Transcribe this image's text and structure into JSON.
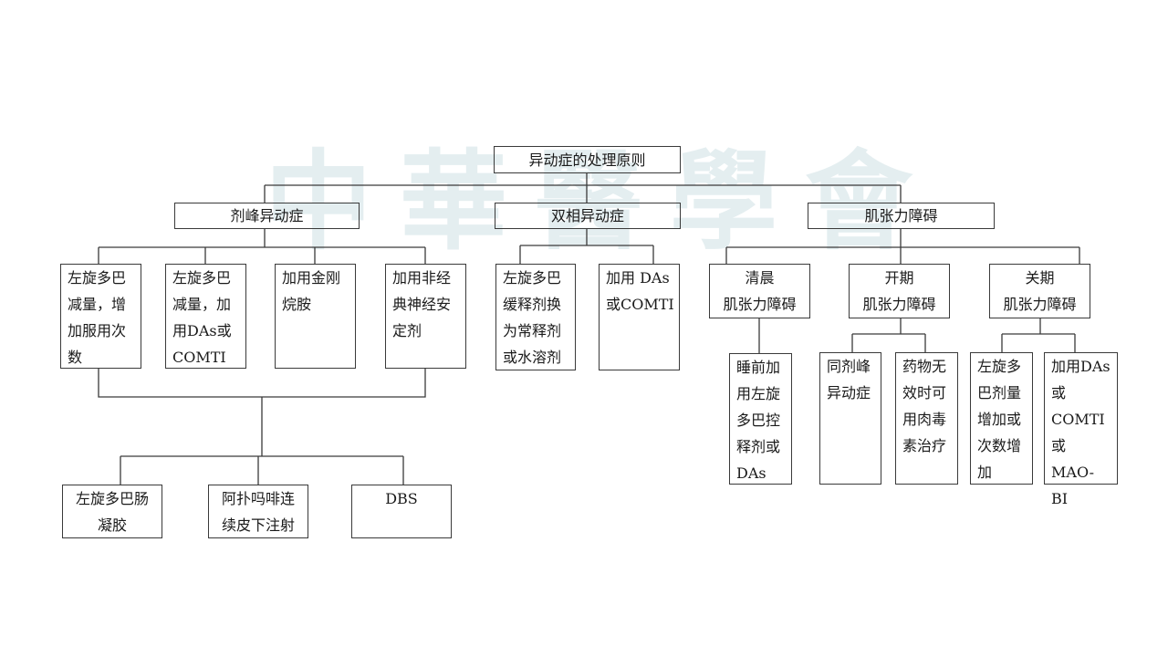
{
  "watermark": [
    "中",
    "華",
    "醫",
    "學",
    "會"
  ],
  "root": "异动症的处理原则",
  "categories": {
    "peak": "剂峰异动症",
    "biphasic": "双相异动症",
    "dystonia": "肌张力障碍"
  },
  "peak_items": [
    "左旋多巴\n减量，增\n加服用次\n数",
    "左旋多巴\n减量，加\n用DAs或\nCOMTI",
    "加用金刚\n烷胺",
    "加用非经\n典神经安\n定剂"
  ],
  "peak_advanced": [
    "左旋多巴肠\n凝胶",
    "阿扑吗啡连\n续皮下注射",
    "DBS"
  ],
  "biphasic_items": [
    "左旋多巴\n缓释剂换\n为常释剂\n或水溶剂",
    "加用 DAs\n或COMTI"
  ],
  "dystonia_types": [
    "清晨\n肌张力障碍",
    "开期\n肌张力障碍",
    "关期\n肌张力障碍"
  ],
  "morning_items": [
    "睡前加\n用左旋\n多巴控\n释剂或\nDAs"
  ],
  "on_items": [
    "同剂峰\n异动症",
    "药物无\n效时可\n用肉毒\n素治疗"
  ],
  "off_items": [
    "左旋多\n巴剂量\n增加或\n次数增\n加",
    "加用DAs\n或COMTI\n或 MAO-\nBI"
  ]
}
